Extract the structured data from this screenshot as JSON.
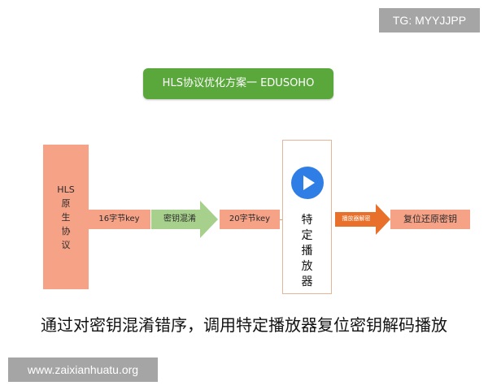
{
  "watermark_top": "TG: MYYJJPP",
  "watermark_bottom": "www.zaixianhuatu.org",
  "title": "HLS协议优化方案一 EDUSOHO",
  "hls_box": {
    "lines": [
      "HLS",
      "原",
      "生",
      "协",
      "议"
    ]
  },
  "step_16": "16字节key",
  "arrow_obfuscate": "密钥混淆",
  "step_20": "20字节key",
  "player": {
    "lines": [
      "特",
      "定",
      "播",
      "放",
      "器"
    ],
    "play_icon": "play-circle-icon"
  },
  "arrow_decrypt": "播放器解密",
  "step_restore": "复位还原密钥",
  "caption": "通过对密钥混淆错序，调用特定播放器复位密钥解码播放",
  "colors": {
    "title_green": "#5aa83c",
    "salmon": "#f6a287",
    "green_arrow": "#a8d08d",
    "orange_arrow": "#e8702a",
    "play_blue": "#2f7ee6",
    "watermark_gray": "#a5a5a5"
  }
}
